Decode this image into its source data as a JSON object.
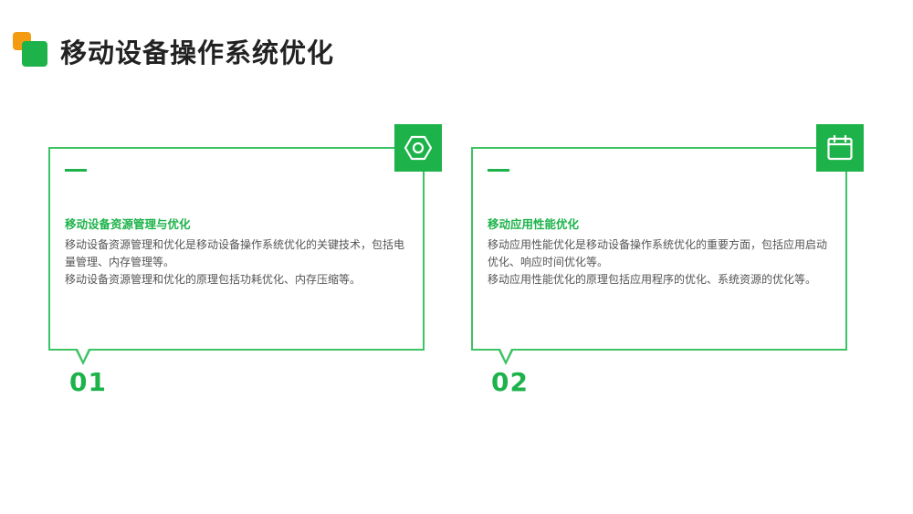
{
  "page": {
    "title": "移动设备操作系统优化"
  },
  "colors": {
    "accent_green": "#1db34a",
    "border_green": "#3cc364",
    "accent_orange": "#f39c12"
  },
  "cards": [
    {
      "number": "01",
      "icon": "hexagon-nut-icon",
      "heading": "移动设备资源管理与优化",
      "lines": [
        "移动设备资源管理和优化是移动设备操作系统优化的关键技术，包括电量管理、内存管理等。",
        "移动设备资源管理和优化的原理包括功耗优化、内存压缩等。"
      ]
    },
    {
      "number": "02",
      "icon": "calendar-icon",
      "heading": "移动应用性能优化",
      "lines": [
        "移动应用性能优化是移动设备操作系统优化的重要方面，包括应用启动优化、响应时间优化等。",
        "移动应用性能优化的原理包括应用程序的优化、系统资源的优化等。"
      ]
    }
  ]
}
